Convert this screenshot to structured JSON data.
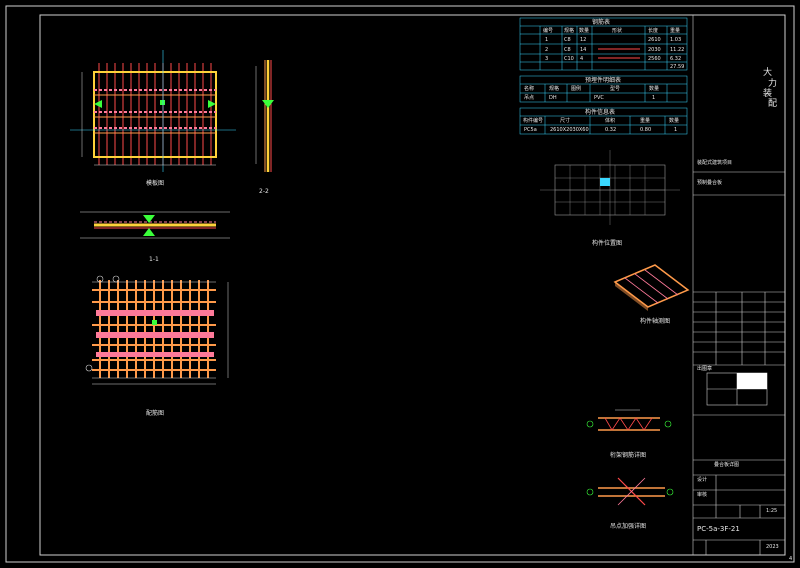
{
  "drawing": {
    "frame_number": "4",
    "sheet_code": "PC-5a-3F-21",
    "scale": "1:25",
    "year": "2023",
    "designer_row": "设计",
    "approval_row": "审核",
    "stamp_label": "出图章",
    "company_chars": [
      "大",
      "力",
      "装",
      "配"
    ],
    "project_label": "装配式建筑项目",
    "component_label": "预制叠合板",
    "drawing_name": "叠合板详图"
  },
  "views": {
    "plan_title": "模板图",
    "section_1": "1-1",
    "section_2": "2-2",
    "rebar_title": "配筋图",
    "location_title": "构件位置图",
    "iso_title": "构件轴测图",
    "node_1": "桁架钢筋详图",
    "node_2": "吊点加强详图"
  },
  "tables": {
    "rebar_table_title": "钢筋表",
    "embed_table_title": "预埋件明细表",
    "component_table_title": "构件信息表",
    "rebar_headers": [
      "编号",
      "规格",
      "数量",
      "形状",
      "长度",
      "重量"
    ],
    "rebar_rows": [
      [
        "1",
        "C8",
        "12",
        "2610",
        "1.03"
      ],
      [
        "2",
        "C8",
        "14",
        "2030",
        "11.22"
      ],
      [
        "3",
        "C10",
        "4",
        "2560",
        "6.32"
      ]
    ],
    "rebar_total": "27.59",
    "embed_headers": [
      "名称",
      "规格",
      "图例",
      "型号",
      "数量"
    ],
    "embed_row": [
      "吊点",
      "DH",
      "PVC",
      "1"
    ],
    "component_headers": [
      "构件编号",
      "尺寸",
      "体积",
      "重量",
      "数量"
    ],
    "component_row": [
      "PC5a",
      "2610X2030X60",
      "0.32",
      "0.80",
      "1"
    ]
  },
  "colors": {
    "frame": "#d8d8d8",
    "concrete": "#ff9a4a",
    "rebar_red": "#ff4a4a",
    "rebar_pink": "#ff7a9a",
    "dim_green": "#3aff3a",
    "cyan": "#3ad8ff",
    "text": "#e8e8e8"
  }
}
